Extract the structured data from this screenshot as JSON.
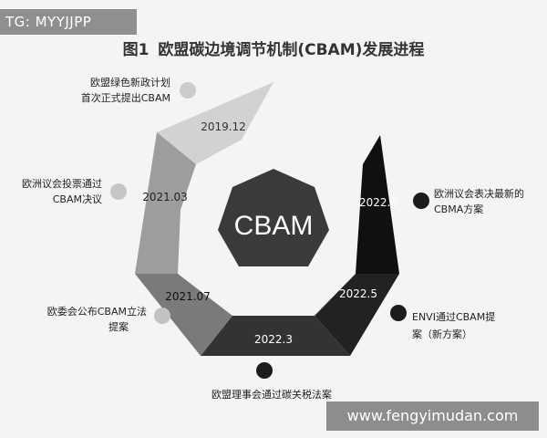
{
  "watermark_top": "TG: MYYJJPP",
  "title": {
    "prefix": "图1",
    "text": "欧盟碳边境调节机制(CBAM)发展进程"
  },
  "center_label": "CBAM",
  "milestones": [
    {
      "id": "m1",
      "date": "2019.12",
      "label_lines": [
        "欧盟绿色新政计划",
        "首次正式提出CBAM"
      ]
    },
    {
      "id": "m2",
      "date": "2021.03",
      "label_lines": [
        "欧洲议会投票通过",
        "CBAM决议"
      ]
    },
    {
      "id": "m3",
      "date": "2021.07",
      "label_lines": [
        "欧委会公布CBAM立法",
        "提案"
      ]
    },
    {
      "id": "m4",
      "date": "2022.3",
      "label_lines": [
        "欧盟理事会通过碳关税法案"
      ]
    },
    {
      "id": "m5",
      "date": "2022.5",
      "label_lines": [
        "ENVI通过CBAM提",
        "案（新方案）"
      ]
    },
    {
      "id": "m6",
      "date": "2022.6",
      "label_lines": [
        "欧洲议会表决最新的",
        "CBMA方案"
      ]
    }
  ],
  "colors": {
    "center": "#3a3a3a",
    "seg_2019": "#d2d2d2",
    "seg_2021_03": "#9d9d9d",
    "seg_2021_07": "#7a7a7a",
    "seg_2022_3": "#333333",
    "seg_2022_5": "#222222",
    "seg_2022_6": "#101010",
    "dot_light": "#cccccc",
    "dot_dark": "#1c1c1c"
  },
  "watermark_bottom": "www.fengyimudan.com"
}
